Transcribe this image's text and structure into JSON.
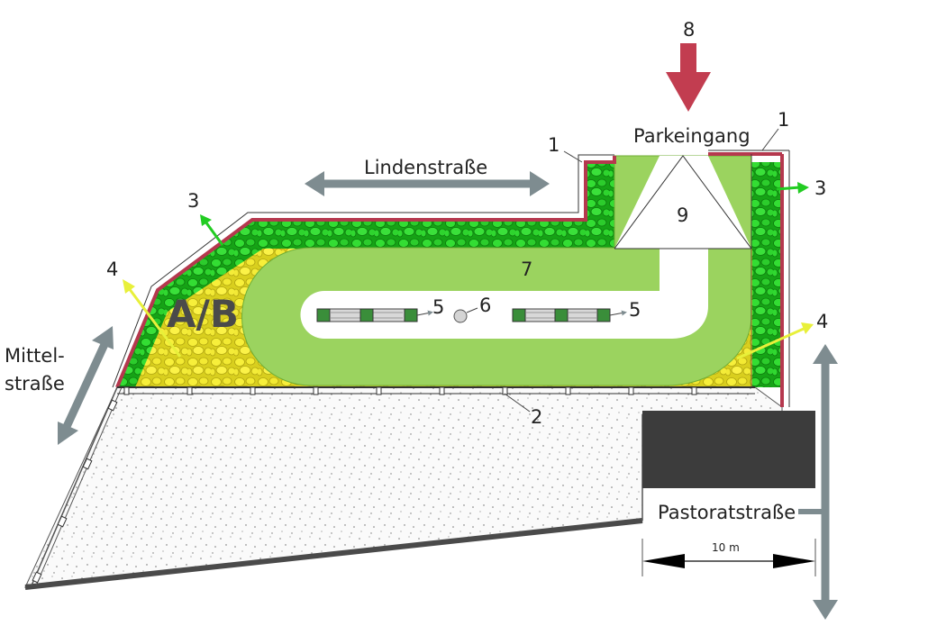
{
  "streets": {
    "linden": "Lindenstraße",
    "mittel_line1": "Mittel-",
    "mittel_line2": "straße",
    "pastorat": "Pastoratstraße",
    "entrance": "Parkeingang"
  },
  "labels": {
    "n1a": "1",
    "n1b": "1",
    "n2": "2",
    "n3a": "3",
    "n3b": "3",
    "n4a": "4",
    "n4b": "4",
    "n5a": "5",
    "n5b": "5",
    "n6": "6",
    "n7": "7",
    "n8": "8",
    "n9": "9",
    "zone": "A/B"
  },
  "scale_bar": {
    "text": "10 m"
  },
  "colors": {
    "dark_green": "#22b522",
    "yellow": "#f2ea2e",
    "path_green": "#9bd35f",
    "wall": "#b5384e",
    "arrow_gray": "#7e8c90",
    "entrance_arrow": "#c23d50",
    "building": "#3c3c3c",
    "arrow_green": "#22cc22",
    "arrow_yellow": "#e8f03a"
  },
  "icons": [
    "bench-icon",
    "lamp-icon",
    "double-arrow-icon",
    "entrance-arrow-icon"
  ]
}
